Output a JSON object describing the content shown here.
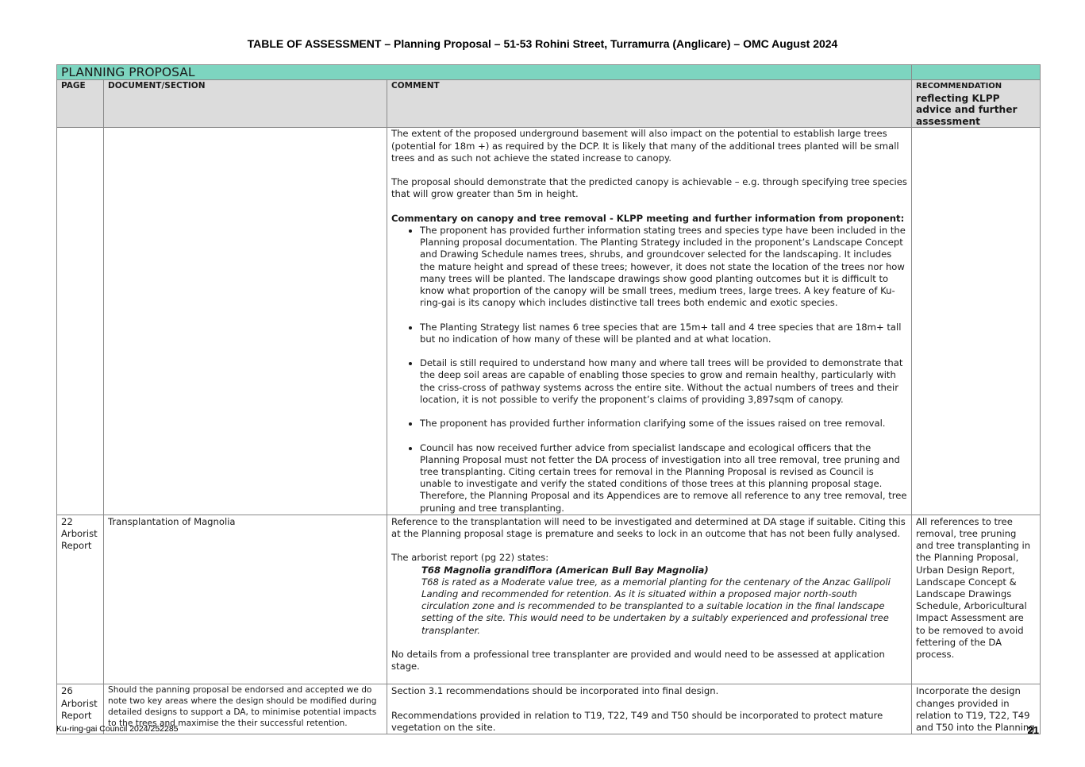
{
  "header": {
    "title": "TABLE OF ASSESSMENT – Planning Proposal – 51-53 Rohini Street, Turramurra (Anglicare) – OMC August 2024"
  },
  "table": {
    "section_title": "PLANNING PROPOSAL",
    "columns": {
      "page": "PAGE",
      "document": "DOCUMENT/SECTION",
      "comment": "COMMENT",
      "recommendation_small": "RECOMMENDATION",
      "recommendation_big": "reflecting KLPP advice and further assessment"
    },
    "row1": {
      "page": "",
      "document": "",
      "p1": "The extent of the proposed underground basement will also impact on the potential to establish large trees (potential for 18m +) as required by the DCP. It is likely that many of the additional trees planted will be small trees and as such not achieve the stated increase to canopy.",
      "p2": "The proposal should demonstrate that the predicted canopy is achievable – e.g. through specifying tree species that will grow greater than 5m in height.",
      "heading": "Commentary on canopy and tree removal - KLPP meeting and further information from proponent:",
      "bullets": [
        "The proponent has provided further information stating trees and species type have been included in the Planning proposal documentation. The Planting Strategy included in the proponent’s Landscape Concept and Drawing Schedule names trees, shrubs, and groundcover selected for the landscaping. It includes the mature height and spread of these trees; however, it does not state the location of the trees nor how many trees will be planted. The landscape drawings show good planting outcomes but it is difficult to know what proportion of the canopy will be small trees, medium trees, large trees. A key feature of Ku-ring-gai is its canopy which includes distinctive tall trees both endemic and exotic species.",
        "The Planting Strategy list names 6 tree species that are 15m+ tall and 4 tree species that are 18m+ tall but no indication of how many of these will be planted and at what location.",
        "Detail is still required to understand how many and where tall trees will be provided to demonstrate that the deep soil areas are capable of enabling those species to grow and remain healthy, particularly with the criss-cross of pathway systems across the entire site. Without the actual numbers of trees and their location, it is not possible to verify the proponent’s claims of providing 3,897sqm of canopy.",
        "The proponent has provided further information clarifying some of the issues raised on tree removal.",
        "Council has now received further advice from specialist landscape and ecological officers that the Planning Proposal must not fetter the DA process of investigation into all tree removal, tree pruning and tree transplanting. Citing certain trees for removal in the Planning Proposal is revised as Council is unable to investigate and verify the stated conditions of those trees at this planning proposal stage. Therefore, the Planning Proposal and its Appendices are to remove all reference to any tree removal, tree pruning and tree transplanting."
      ],
      "recommendation": ""
    },
    "row2": {
      "page": "22 Arborist Report",
      "document": "Transplantation of Magnolia",
      "p1": "Reference to the transplantation will need to be investigated and determined at DA stage if suitable. Citing this at the Planning proposal stage is premature and seeks to lock in an outcome that has not been fully analysed.",
      "p2": "The arborist report (pg 22) states:",
      "quote_title": "T68 Magnolia grandiflora (American Bull Bay Magnolia)",
      "quote_body": "T68 is rated as a Moderate value tree, as a memorial planting for the centenary of the Anzac Gallipoli Landing and recommended for retention. As it is situated within a proposed major north-south circulation zone and is recommended to be transplanted to a suitable location in the final landscape setting of the site. This would need to be undertaken by a suitably experienced and professional tree transplanter.",
      "p3": "No details from a professional tree transplanter are provided and would need to be assessed at application stage.",
      "recommendation": "All references to tree removal, tree pruning and tree transplanting in the Planning Proposal, Urban Design Report, Landscape Concept & Landscape Drawings Schedule, Arboricultural Impact Assessment are to be removed to avoid fettering of the DA process."
    },
    "row3": {
      "page": "26 Arborist Report",
      "document": "Should the panning proposal be endorsed and accepted we do note two key areas where the design should be modified during detailed designs to support a DA, to minimise potential impacts to the trees and maximise the their successful retention.",
      "p1": "Section 3.1 recommendations should be incorporated into final design.",
      "p2": "Recommendations provided in relation to T19, T22, T49 and T50 should be incorporated to protect mature vegetation on the site.",
      "recommendation": "Incorporate the design changes provided in relation to T19, T22, T49 and T50 into the Planning"
    }
  },
  "footer": {
    "reference": "Ku-ring-gai Council 2024/252285",
    "page_number": "21"
  }
}
